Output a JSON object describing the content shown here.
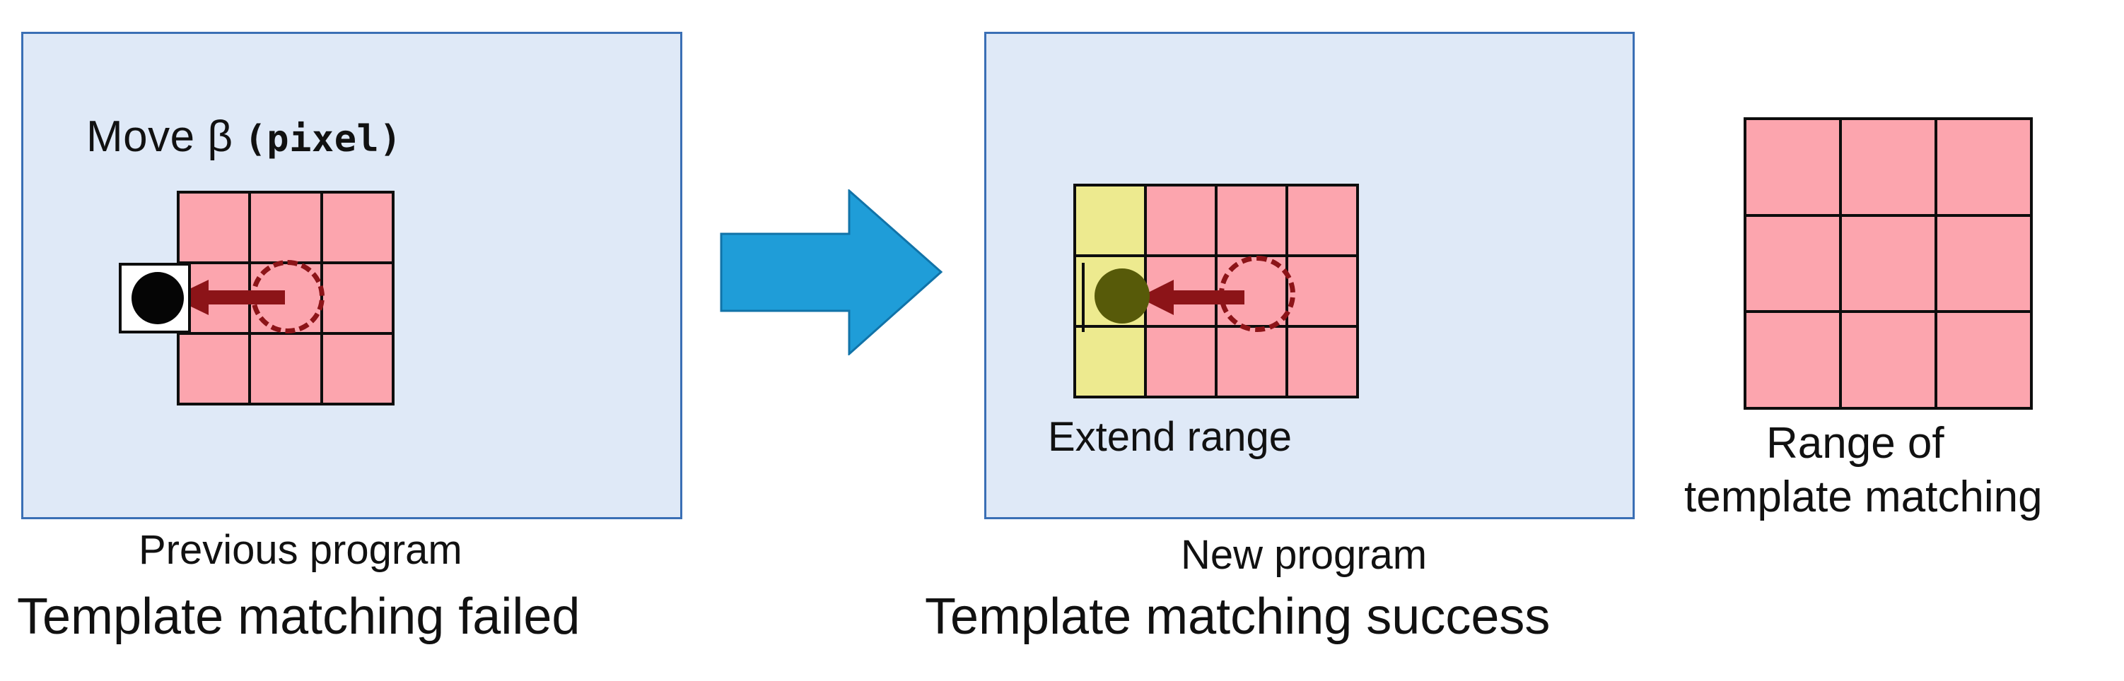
{
  "diagram": {
    "title_hidden": "",
    "colors": {
      "panel_fill": "#dfe9f7",
      "panel_border": "#3a6fb5",
      "search_cell_pink": "#fca5ae",
      "extended_cell_yellow": "#edea8f",
      "cell_border_black": "#0d0d0d",
      "move_arrow_dark_red": "#8c1418",
      "transition_arrow_blue": "#1f9dd8",
      "marker_disc_black": "#050505",
      "marker_disc_olive": "#575a09",
      "text_black": "#111111"
    }
  },
  "left_panel": {
    "name": "previous-program-panel",
    "move_label": "Move β",
    "move_unit": "(pixel)",
    "grid": {
      "columns": 3,
      "rows": 3,
      "cells": [
        "pink",
        "pink",
        "pink",
        "pink",
        "pink",
        "pink",
        "pink",
        "pink",
        "pink"
      ]
    },
    "marker": {
      "shape": "filled-circle",
      "color": "black",
      "in_white_square": true,
      "position": "outside-left-of-grid"
    },
    "target": {
      "shape": "dashed-circle",
      "position": "center-cell"
    },
    "arrow": {
      "direction": "left",
      "color": "#8c1418"
    },
    "caption": "Previous program",
    "result": "Template matching failed"
  },
  "transition": {
    "name": "transition-arrow",
    "direction": "right",
    "color": "#1f9dd8"
  },
  "right_panel": {
    "name": "new-program-panel",
    "grid": {
      "columns": 4,
      "rows": 3,
      "cells": [
        "yellow",
        "pink",
        "pink",
        "pink",
        "yellow",
        "pink",
        "pink",
        "pink",
        "yellow",
        "pink",
        "pink",
        "pink"
      ]
    },
    "marker": {
      "shape": "filled-circle",
      "color": "olive",
      "in_white_square": false,
      "position": "inside-extended-column"
    },
    "target": {
      "shape": "dashed-circle",
      "position": "center-cell"
    },
    "arrow": {
      "direction": "left",
      "color": "#8c1418"
    },
    "extend_label": "Extend range",
    "caption": "New program",
    "result": "Template matching success"
  },
  "legend": {
    "name": "template-matching-range",
    "grid": {
      "columns": 3,
      "rows": 3,
      "cells": [
        "pink",
        "pink",
        "pink",
        "pink",
        "pink",
        "pink",
        "pink",
        "pink",
        "pink"
      ]
    },
    "caption_line1": "Range of",
    "caption_line2": "template matching"
  }
}
